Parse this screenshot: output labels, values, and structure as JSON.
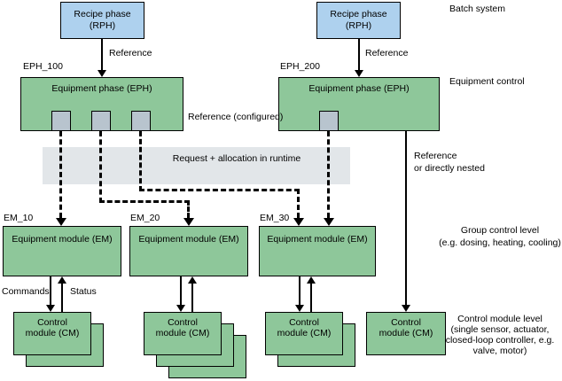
{
  "colors": {
    "blue": "#aed1ee",
    "green": "#8ec79a",
    "square": "#b8c4ce",
    "band": "#e2e6e9"
  },
  "boxes": {
    "rph1": {
      "label": "Recipe phase (RPH)"
    },
    "rph2": {
      "label": "Recipe phase (RPH)"
    },
    "eph1": {
      "tag": "EPH_100",
      "label": "Equipment phase (EPH)"
    },
    "eph2": {
      "tag": "EPH_200",
      "label": "Equipment phase (EPH)"
    },
    "em1": {
      "tag": "EM_10",
      "label": "Equipment module (EM)"
    },
    "em2": {
      "tag": "EM_20",
      "label": "Equipment module (EM)"
    },
    "em3": {
      "tag": "EM_30",
      "label": "Equipment module (EM)"
    },
    "cm1": {
      "label": "Control module (CM)"
    },
    "cm2": {
      "label": "Control module (CM)"
    },
    "cm3": {
      "label": "Control module (CM)"
    },
    "cm4": {
      "label": "Control module (CM)"
    }
  },
  "edge_labels": {
    "reference_rph1": "Reference",
    "reference_rph2": "Reference",
    "reference_configured": "Reference (configured)",
    "runtime_band": "Request + allocation in runtime",
    "reference_nested_line1": "Reference",
    "reference_nested_line2": "or directly nested",
    "commands": "Commands",
    "status": "Status"
  },
  "side_labels": {
    "batch_system": "Batch system",
    "equipment_control": "Equipment control",
    "group_level_line1": "Group control level",
    "group_level_line2": "(e.g. dosing, heating, cooling)",
    "cm_level_line1": "Control module level",
    "cm_level_line2": "(single sensor, actuator,",
    "cm_level_line3": "closed-loop controller, e.g.",
    "cm_level_line4": "valve, motor)"
  }
}
